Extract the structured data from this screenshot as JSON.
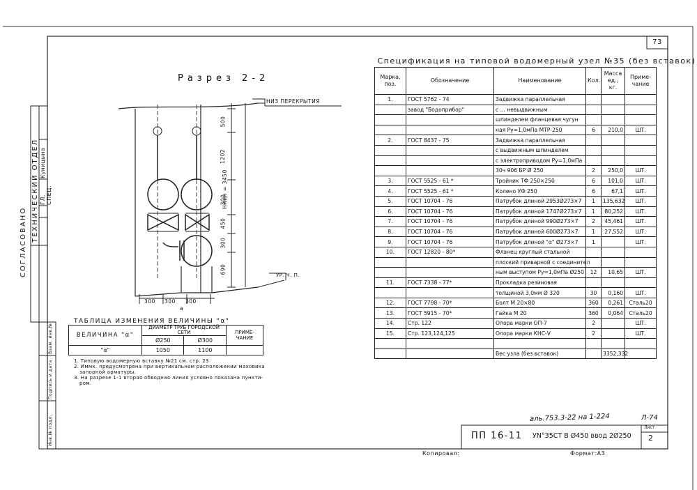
{
  "sheet_number": "73",
  "section": {
    "title": "Разрез 2-2"
  },
  "vertical_labels": {
    "agreed": "СОГЛАСОВАНО",
    "tech_dept": "ТЕХНИЧЕСКИЙ ОТДЕЛ",
    "role_spec": "ГЛ. СПЕЦ.",
    "name_kunitsyna": "Куницына",
    "inv_original": "Инв.№ подл.",
    "sign_date": "Подпись и дата",
    "replaces_inv": "Взам. инв.№"
  },
  "drawing": {
    "ceiling_label": "НИЗ ПЕРЕКРЫТИЯ",
    "floor_label": "УР. Ч. П.",
    "dims_vertical": [
      "500",
      "1202",
      "300",
      "450",
      "300",
      "690"
    ],
    "dims_horizontal": [
      "300",
      "300",
      "300"
    ],
    "total_dim": "Hмин = 3450",
    "alpha_mark": "a"
  },
  "variable_table": {
    "title": "ТАБЛИЦА ИЗМЕНЕНИЯ ВЕЛИЧИНЫ \"α\"",
    "col_value": "ВЕЛИЧИНА \"α\"",
    "col_pipe": "ДИАМЕТР ТРУБ ГОРОДСКОЙ СЕТИ",
    "col_note": "ПРИМЕ-ЧАНИЕ",
    "d250": "Ø250",
    "d300": "Ø300",
    "row_label": "\"α\"",
    "v250": "1050",
    "v300": "1100"
  },
  "notes": [
    "1. Типовую водомерную вставку №21 см. стр. 23",
    "2. Иммк. предусмотрена при вертикальном расположении маховика",
    "запорной арматуры.",
    "3. На разрезе 1-1 вторая обводная линия условно показана пункти-",
    "ром."
  ],
  "spec": {
    "title": "Спецификация на типовой водомерный узел №35 (без вставок)",
    "headers": {
      "mark": "Марка, поз.",
      "designation": "Обозначение",
      "name": "Наименование",
      "qty": "Кол.",
      "mass": "Масса ед., кг.",
      "note": "Приме-чание"
    },
    "rows": [
      {
        "pos": "1.",
        "des": "ГОСТ 5762 - 74",
        "name": "Задвижка параллельная",
        "qty": "",
        "mass": "",
        "note": ""
      },
      {
        "pos": "",
        "des": "завод \"Водоприбор\"",
        "name": "с ... невыдвижным",
        "qty": "",
        "mass": "",
        "note": ""
      },
      {
        "pos": "",
        "des": "",
        "name": "шпинделем фланцевая чугун",
        "qty": "",
        "mass": "",
        "note": ""
      },
      {
        "pos": "",
        "des": "",
        "name": "ная Ру=1,0мПа МТР-250",
        "qty": "6",
        "mass": "210,0",
        "note": "ШТ."
      },
      {
        "pos": "2.",
        "des": "ГОСТ 8437 - 75",
        "name": "Задвижка параллельная",
        "qty": "",
        "mass": "",
        "note": ""
      },
      {
        "pos": "",
        "des": "",
        "name": "с выдвижным шпинделем",
        "qty": "",
        "mass": "",
        "note": ""
      },
      {
        "pos": "",
        "des": "",
        "name": "с электроприводом Ру=1,0мПа",
        "qty": "",
        "mass": "",
        "note": ""
      },
      {
        "pos": "",
        "des": "",
        "name": "30ч 906 БР        Ø 250",
        "qty": "2",
        "mass": "250,0",
        "note": "ШТ."
      },
      {
        "pos": "3.",
        "des": "ГОСТ 5525 - 61 *",
        "name": "Тройник ТФ 250×250",
        "qty": "6",
        "mass": "101,0",
        "note": "ШТ."
      },
      {
        "pos": "4.",
        "des": "ГОСТ 5525 - 61 *",
        "name": "Колено УФ 250",
        "qty": "6",
        "mass": "67,1",
        "note": "ШТ."
      },
      {
        "pos": "5.",
        "des": "ГОСТ 10704 - 76",
        "name": "Патрубок длиной 2953Ø273×7",
        "qty": "1",
        "mass": "135,632",
        "note": "ШТ."
      },
      {
        "pos": "6.",
        "des": "ГОСТ 10704 - 76",
        "name": "Патрубок длиной 1747Ø273×7",
        "qty": "1",
        "mass": "80,252",
        "note": "ШТ."
      },
      {
        "pos": "7.",
        "des": "ГОСТ 10704 - 76",
        "name": "Патрубок длиной 990Ø273×7",
        "qty": "2",
        "mass": "45,461",
        "note": "ШТ."
      },
      {
        "pos": "8.",
        "des": "ГОСТ 10704 - 76",
        "name": "Патрубок длиной 600Ø273×7",
        "qty": "1",
        "mass": "27,552",
        "note": "ШТ."
      },
      {
        "pos": "9.",
        "des": "ГОСТ 10704 - 76",
        "name": "Патрубок длиной \"α\" Ø273×7",
        "qty": "1",
        "mass": "",
        "note": "ШТ."
      },
      {
        "pos": "10.",
        "des": "ГОСТ 12820 - 80*",
        "name": "Фланец круглый стальной",
        "qty": "",
        "mass": "",
        "note": ""
      },
      {
        "pos": "",
        "des": "",
        "name": "плоский приварной с соединител",
        "qty": "",
        "mass": "",
        "note": ""
      },
      {
        "pos": "",
        "des": "",
        "name": "ным выступом Ру=1,0мПа Ø250",
        "qty": "12",
        "mass": "10,65",
        "note": "ШТ."
      },
      {
        "pos": "11.",
        "des": "ГОСТ 7338 - 77*",
        "name": "Прокладка резиновая",
        "qty": "",
        "mass": "",
        "note": ""
      },
      {
        "pos": "",
        "des": "",
        "name": "толщиной 3,0мм  Ø 320",
        "qty": "30",
        "mass": "0,160",
        "note": "ШТ."
      },
      {
        "pos": "12.",
        "des": "ГОСТ 7798 - 70*",
        "name": "Болт  М 20×80",
        "qty": "360",
        "mass": "0,261",
        "note": "Сталь20"
      },
      {
        "pos": "13.",
        "des": "ГОСТ 5915 - 70*",
        "name": "Гайка  М 20",
        "qty": "360",
        "mass": "0,064",
        "note": "Сталь20"
      },
      {
        "pos": "14.",
        "des": "Стр. 122",
        "name": "Опора марки ОП-7",
        "qty": "2",
        "mass": "",
        "note": "ШТ."
      },
      {
        "pos": "15.",
        "des": "Стр. 123,124,125",
        "name": "Опора марки КНС-V",
        "qty": "2",
        "mass": "",
        "note": "ШТ."
      },
      {
        "pos": "",
        "des": "",
        "name": "",
        "qty": "",
        "mass": "",
        "note": ""
      },
      {
        "pos": "",
        "des": "",
        "name": "Вес узла (без вставок)",
        "qty": "",
        "mass": "3352,332",
        "note": ""
      }
    ]
  },
  "title_block": {
    "handwritten": "аль.753.3-22 на 1-224",
    "sheet_code": "Л-74",
    "code": "ПП 16-11",
    "description": "УN°35СТ В Ø450 ввод 2Ø250",
    "sheet_label": "Лист",
    "sheet_no": "2",
    "copied": "Копировал:",
    "format": "Формат:А3"
  }
}
